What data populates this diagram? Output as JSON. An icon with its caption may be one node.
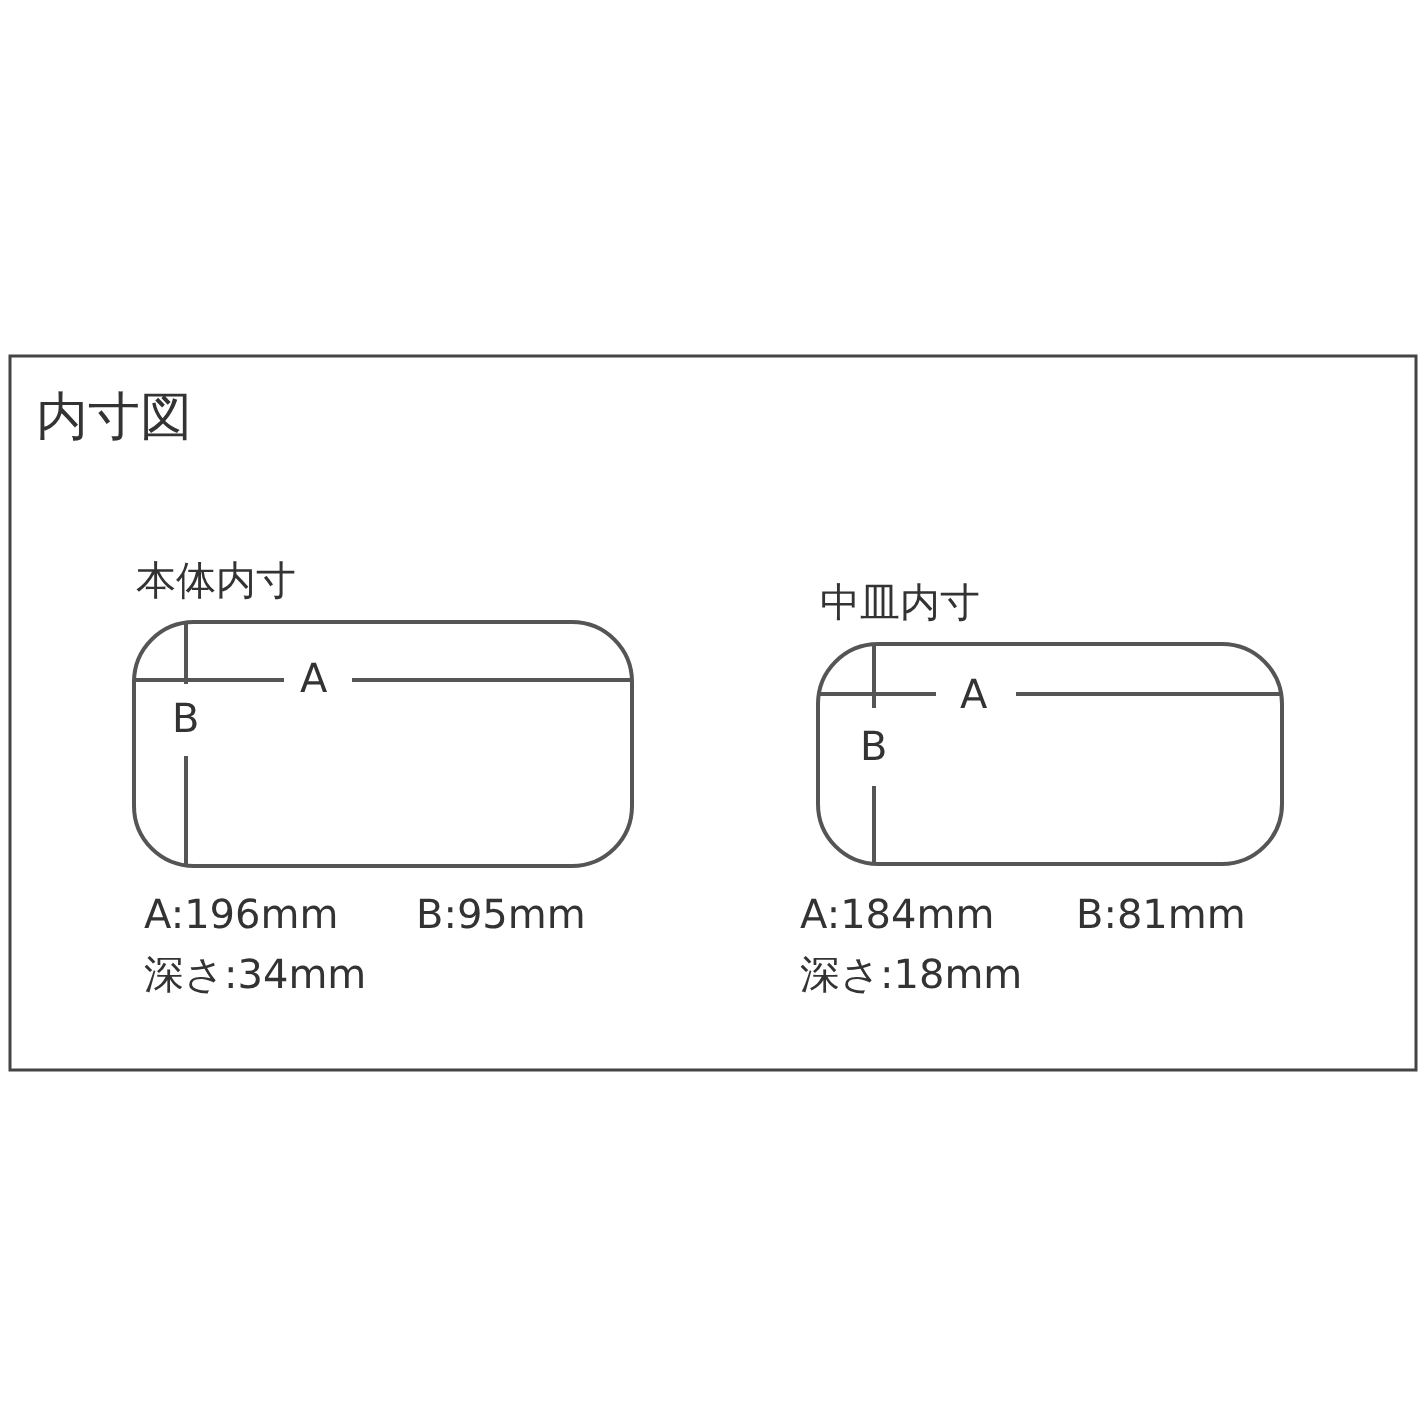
{
  "diagram": {
    "title": "内寸図",
    "labels": [
      "本体内寸",
      "A",
      "B",
      "A:196mm",
      "B:95mm",
      "深さ:34mm",
      "中皿内寸",
      "A",
      "B",
      "A:184mm",
      "B:81mm",
      "深さ:18mm"
    ]
  }
}
